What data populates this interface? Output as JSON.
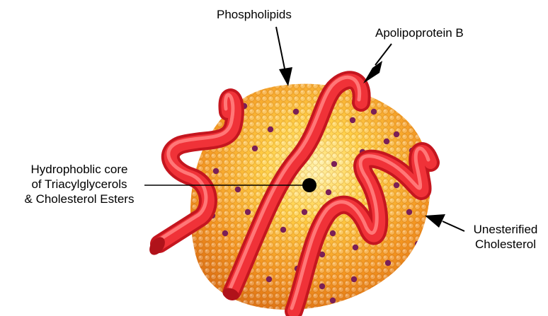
{
  "labels": {
    "phospholipids": "Phospholipids",
    "apolipoprotein_b": "Apolipoprotein B",
    "core": [
      "Hydrophoblic core",
      "of Triacylglycerols",
      "& Cholesterol Esters"
    ],
    "unesterified_cholesterol": [
      "Unesterified",
      "Cholesterol"
    ]
  },
  "colors": {
    "phospholipid_head": "#f39a1e",
    "phospholipid_highlight": "#ffe27a",
    "cholesterol_dot": "#7a1f57",
    "apolipoprotein": "#e5252d",
    "apolipoprotein_highlight": "#ff6a6a",
    "arrow": "#000000"
  }
}
